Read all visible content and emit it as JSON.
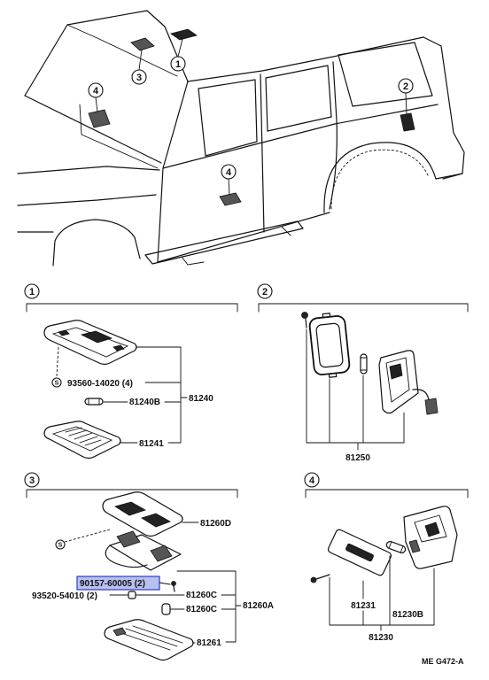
{
  "vehicle_callouts": [
    "1",
    "3",
    "4",
    "2",
    "4"
  ],
  "section_1": {
    "number": "1",
    "screw_mark": "S",
    "screw": "93560-14020 (4)",
    "bulb": "81240B",
    "assembly": "81240",
    "lens": "81241"
  },
  "section_2": {
    "number": "2",
    "assembly": "81250"
  },
  "section_3": {
    "number": "3",
    "screw_mark": "S",
    "lens_upper": "81260D",
    "screw_highlighted": "90157-60005 (2)",
    "screw": "93520-54010 (2)",
    "socket_a": "81260C",
    "socket_b": "81260C",
    "assembly": "81260A",
    "lens_lower": "81261"
  },
  "section_4": {
    "number": "4",
    "lens": "81231",
    "bulb": "81230B",
    "assembly": "81230"
  },
  "diagram_code": "ME G472-A",
  "colors": {
    "line": "#111111",
    "background": "#ffffff",
    "highlight_fill": "#b8c0ee",
    "highlight_border": "#2a3cc8"
  }
}
